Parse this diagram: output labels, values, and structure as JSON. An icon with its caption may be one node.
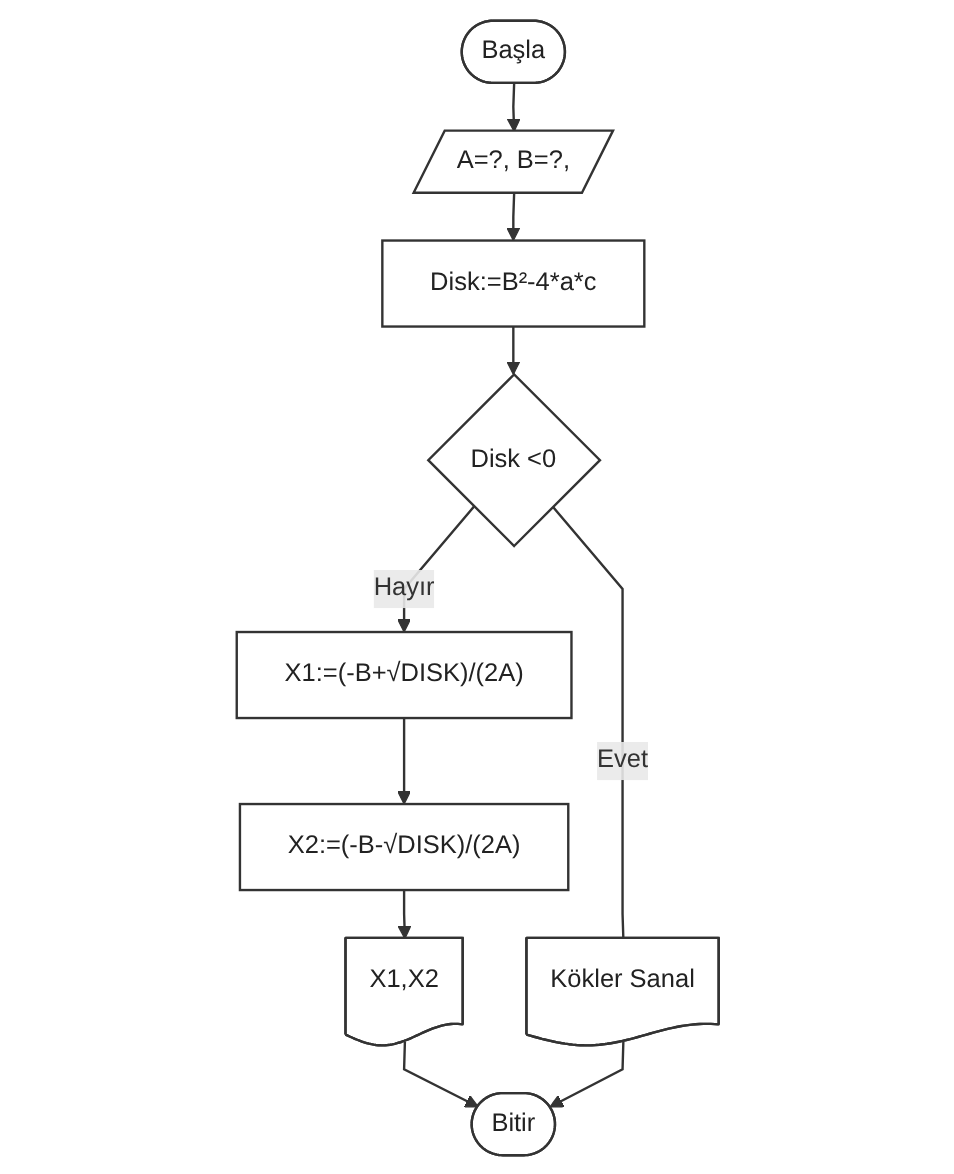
{
  "diagram": {
    "nodes": [
      {
        "text": [
          "Başla"
        ]
      },
      {
        "text": [
          "A=?, B=?,"
        ]
      },
      {
        "text": [
          "Disk:=B²-4*a*c"
        ]
      },
      {
        "text": [
          "Disk <0"
        ]
      },
      {
        "text": [
          "Kökler Sanal"
        ]
      },
      {
        "text": [
          "X1:=(-B+√DISK)/(2A)"
        ]
      },
      {
        "text": [
          "X2:=(-B-√DISK)/(2A)"
        ]
      },
      {
        "text": [
          "X1,X2"
        ]
      },
      {
        "text": [
          "Bitir"
        ]
      }
    ],
    "edges": [
      {
        "from": 0,
        "to": 1,
        "arrow": "to"
      },
      {
        "from": 1,
        "to": 2,
        "arrow": "to"
      },
      {
        "from": 2,
        "to": 3,
        "arrow": "to"
      },
      {
        "from": 3,
        "to": 4,
        "label": "Evet",
        "arrow": "none"
      },
      {
        "from": 3,
        "to": 5,
        "label": "Hayır",
        "arrow": "to"
      },
      {
        "from": 5,
        "to": 6,
        "arrow": "to"
      },
      {
        "from": 6,
        "to": 7,
        "arrow": "to"
      },
      {
        "from": 7,
        "to": 8,
        "arrow": "to"
      },
      {
        "from": 4,
        "to": 8,
        "arrow": "to"
      }
    ]
  }
}
